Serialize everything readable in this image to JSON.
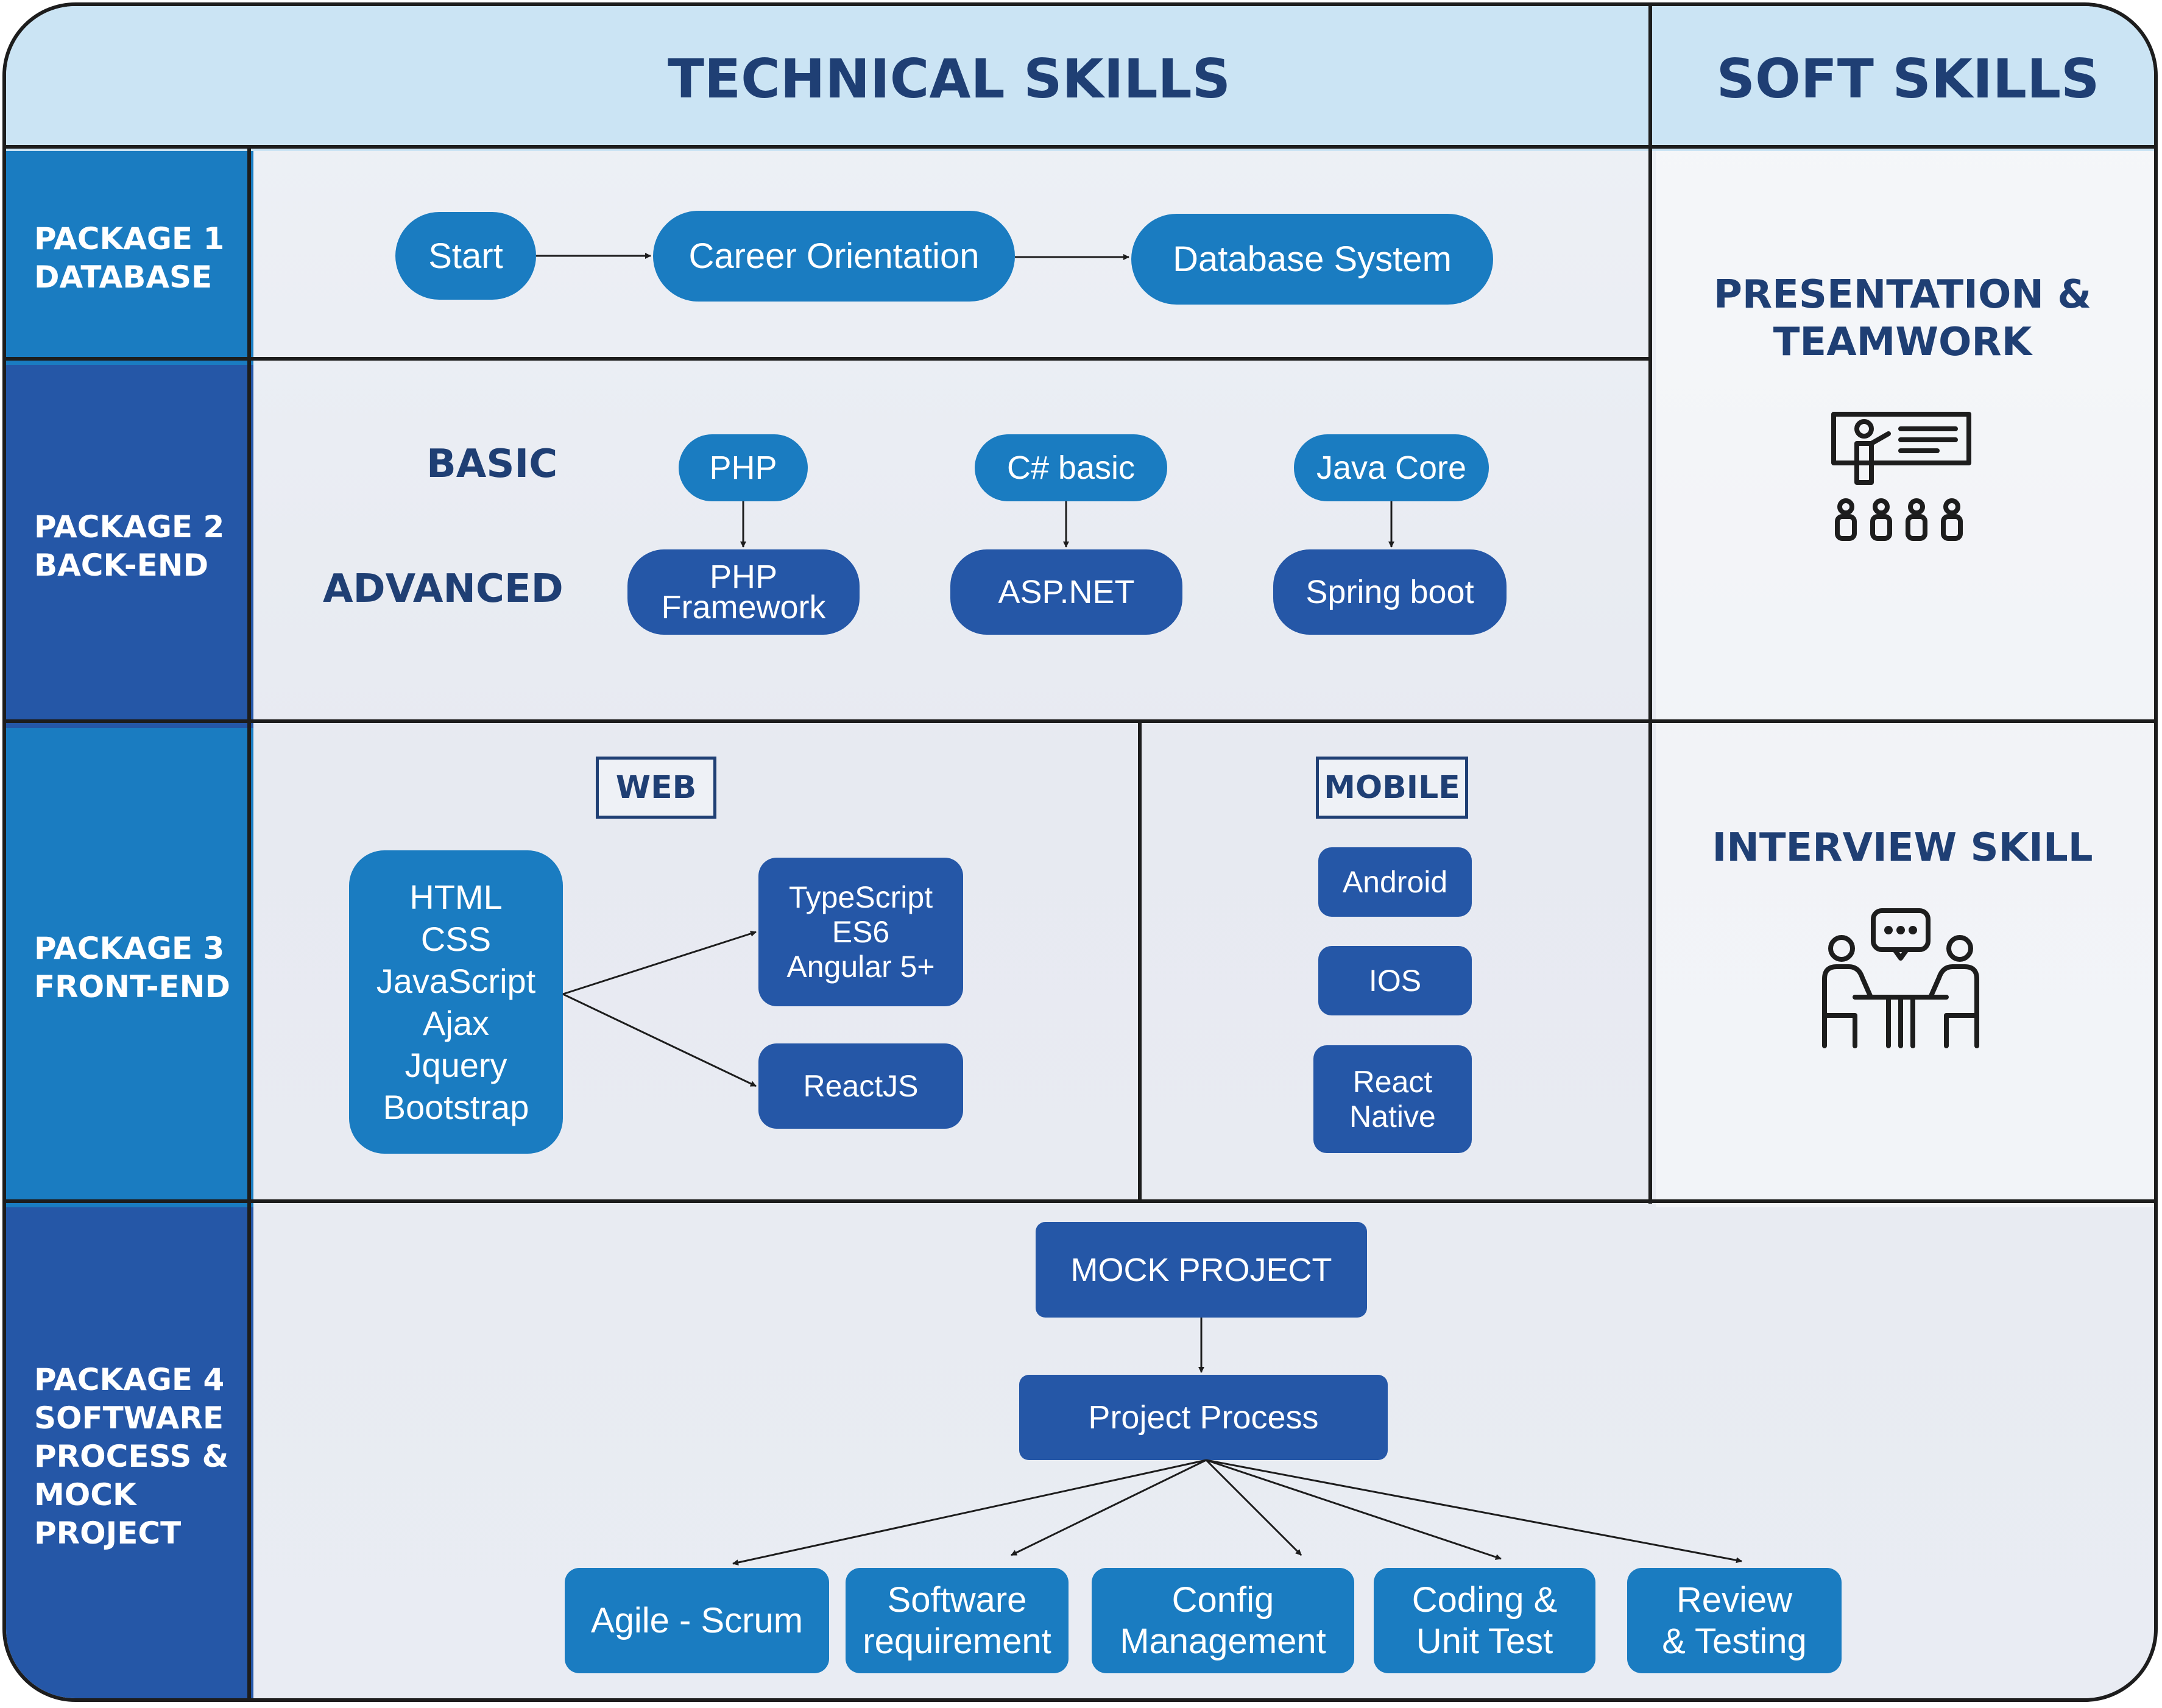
{
  "header": {
    "technical": "TECHNICAL SKILLS",
    "soft": "SOFT SKILLS"
  },
  "packages": [
    {
      "label": "PACKAGE 1\nDATABASE"
    },
    {
      "label": "PACKAGE 2\nBACK-END"
    },
    {
      "label": "PACKAGE 3\nFRONT-END"
    },
    {
      "label": "PACKAGE 4\nSOFTWARE\nPROCESS &\nMOCK\nPROJECT"
    }
  ],
  "database": {
    "start": "Start",
    "career": "Career Orientation",
    "db": "Database System"
  },
  "backend": {
    "basic_label": "BASIC",
    "advanced_label": "ADVANCED",
    "basic": [
      "PHP",
      "C# basic",
      "Java Core"
    ],
    "advanced": [
      "PHP\nFramework",
      "ASP.NET",
      "Spring boot"
    ]
  },
  "frontend": {
    "web_label": "WEB",
    "mobile_label": "MOBILE",
    "core": "HTML\nCSS\nJavaScript\nAjax\nJquery\nBootstrap",
    "angular": "TypeScript\nES6\nAngular 5+",
    "react": "ReactJS",
    "mobile": [
      "Android",
      "IOS",
      "React\nNative"
    ]
  },
  "mock": {
    "project": "MOCK PROJECT",
    "process": "Project Process",
    "steps": [
      "Agile - Scrum",
      "Software\nrequirement",
      "Config\nManagement",
      "Coding &\nUnit Test",
      "Review\n& Testing"
    ]
  },
  "soft": {
    "presentation": "PRESENTATION &\nTEAMWORK",
    "presentation_icon": "presentation-teamwork-icon",
    "interview": "INTERVIEW SKILL",
    "interview_icon": "interview-meeting-icon"
  },
  "colors": {
    "pill_blue": "#1a7cc1",
    "pill_dark": "#2557a7",
    "header_band": "#cbe4f4",
    "text_navy": "#1f3f74",
    "pkg_col_a": "#1a7cc1",
    "pkg_col_b": "#2557a7"
  }
}
